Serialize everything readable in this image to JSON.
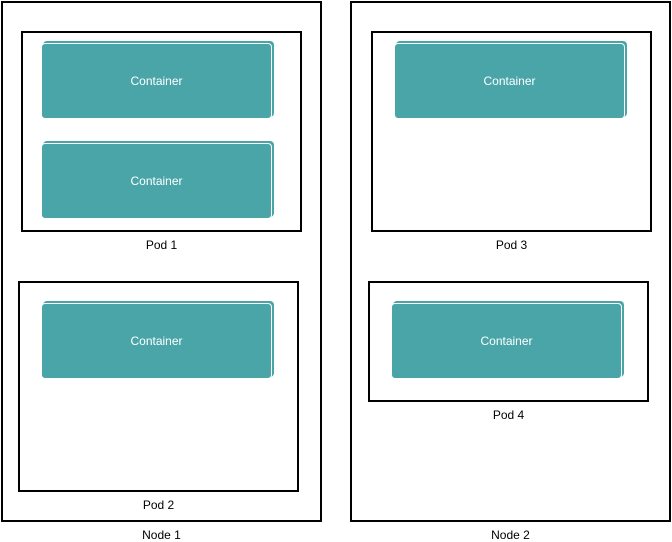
{
  "colors": {
    "container_fill": "#4aa5a8",
    "border": "#000000",
    "background": "#ffffff"
  },
  "nodes": [
    {
      "label": "Node 1",
      "pods": [
        {
          "label": "Pod 1",
          "containers": [
            "Container",
            "Container"
          ]
        },
        {
          "label": "Pod 2",
          "containers": [
            "Container"
          ]
        }
      ]
    },
    {
      "label": "Node 2",
      "pods": [
        {
          "label": "Pod 3",
          "containers": [
            "Container"
          ]
        },
        {
          "label": "Pod 4",
          "containers": [
            "Container"
          ]
        }
      ]
    }
  ]
}
